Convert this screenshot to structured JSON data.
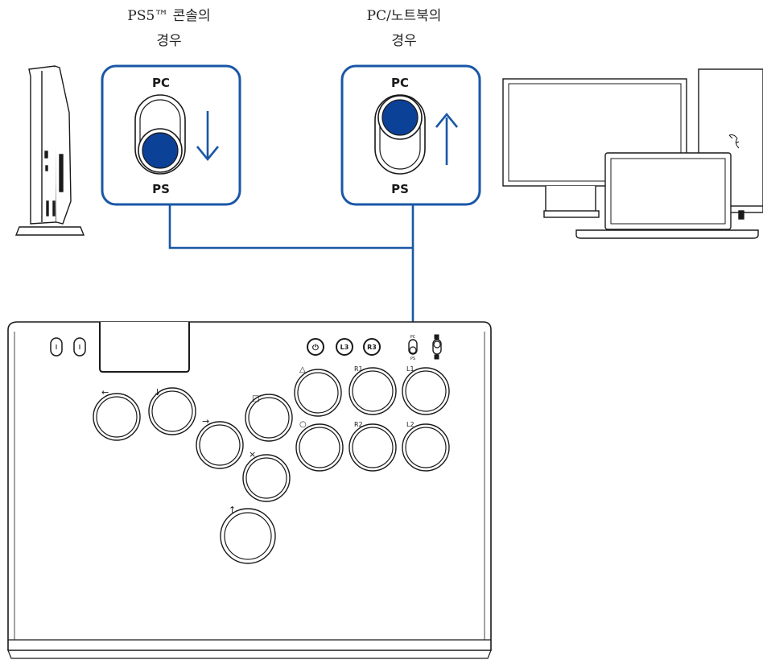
{
  "captions": {
    "ps5_line1": "PS5™ 콘솔의",
    "ps5_line2": "경우",
    "pc_line1": "PC/노트북의",
    "pc_line2": "경우"
  },
  "switch_left": {
    "top_label": "PC",
    "bottom_label": "PS",
    "selected": "PS",
    "arrow": "down"
  },
  "switch_right": {
    "top_label": "PC",
    "bottom_label": "PS",
    "selected": "PC",
    "arrow": "up"
  },
  "controller": {
    "top_buttons": [
      "L3",
      "R3"
    ],
    "mode_switch_labels": {
      "top": "PC",
      "bottom": "PS"
    },
    "buttons": [
      {
        "id": "left",
        "label": "←"
      },
      {
        "id": "down",
        "label": "↓"
      },
      {
        "id": "right",
        "label": "→"
      },
      {
        "id": "square",
        "label": "□"
      },
      {
        "id": "triangle",
        "label": "△"
      },
      {
        "id": "r1",
        "label": "R1"
      },
      {
        "id": "l1",
        "label": "L1"
      },
      {
        "id": "cross",
        "label": "×"
      },
      {
        "id": "circle",
        "label": "○"
      },
      {
        "id": "r2",
        "label": "R2"
      },
      {
        "id": "l2",
        "label": "L2"
      },
      {
        "id": "up",
        "label": "↑"
      }
    ]
  },
  "colors": {
    "accent": "#1a57a6",
    "knob": "#0b4298",
    "line": "#1a1a1a"
  },
  "icons": [
    "ps5-console-icon",
    "desktop-monitor-icon",
    "laptop-icon",
    "razer-logo-icon",
    "playstation-logo-icon",
    "lock-icon"
  ]
}
